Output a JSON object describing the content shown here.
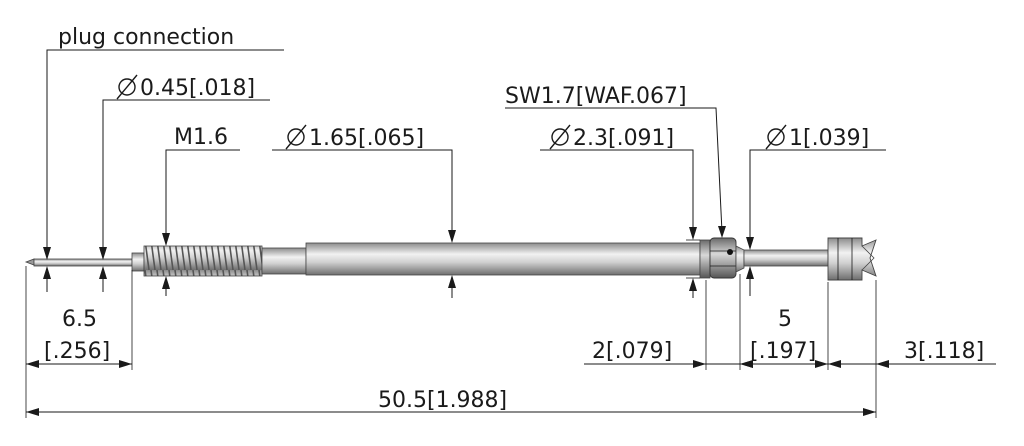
{
  "labels": {
    "plug_connection": "plug connection",
    "dia_045": "0.45[.018]",
    "thread": "M1.6",
    "dia_165": "1.65[.065]",
    "wrench_flat": "SW1.7[WAF.067]",
    "dia_23": "2.3[.091]",
    "dia_1": "1[.039]",
    "len_65_a": "6.5",
    "len_65_b": "[.256]",
    "len_2": "2[.079]",
    "len_5_a": "5",
    "len_5_b": "[.197]",
    "len_3": "3[.118]",
    "len_total": "50.5[1.988]"
  },
  "symbols": {
    "diameter": "diameter-symbol"
  },
  "colors": {
    "ink": "#1a1a1a",
    "metal_dark": "#7a7a7a",
    "metal_light": "#e6e6e6",
    "metal_mid": "#b5b5b5"
  }
}
